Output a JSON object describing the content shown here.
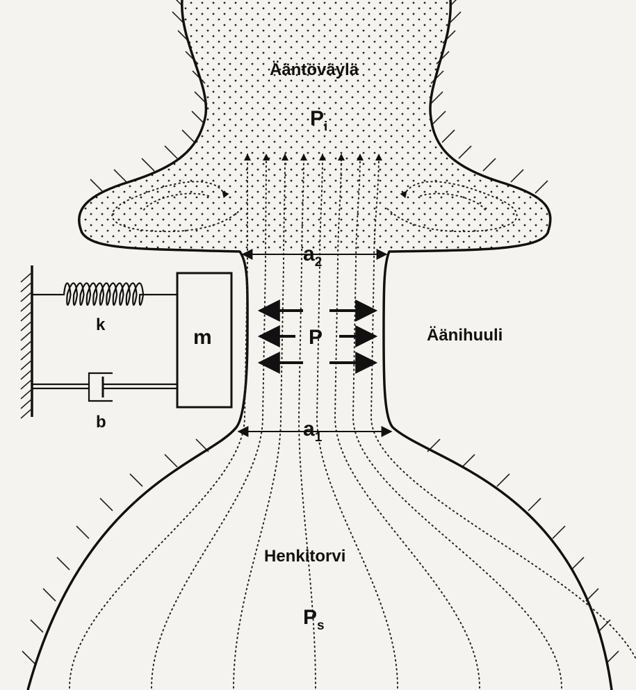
{
  "labels": {
    "vocal_tract": "Ääntöväylä",
    "vocal_fold": "Äänihuuli",
    "trachea": "Henkitorvi",
    "p_upper": "P",
    "p_upper_sub": "i",
    "p_middle": "P",
    "p_lower": "P",
    "p_lower_sub": "s",
    "area_upper": "a",
    "area_upper_sub": "2",
    "area_lower": "a",
    "area_lower_sub": "1",
    "mass": "m",
    "spring": "k",
    "damper": "b"
  },
  "colors": {
    "ink": "#111111",
    "paper": "#f4f3ef"
  }
}
